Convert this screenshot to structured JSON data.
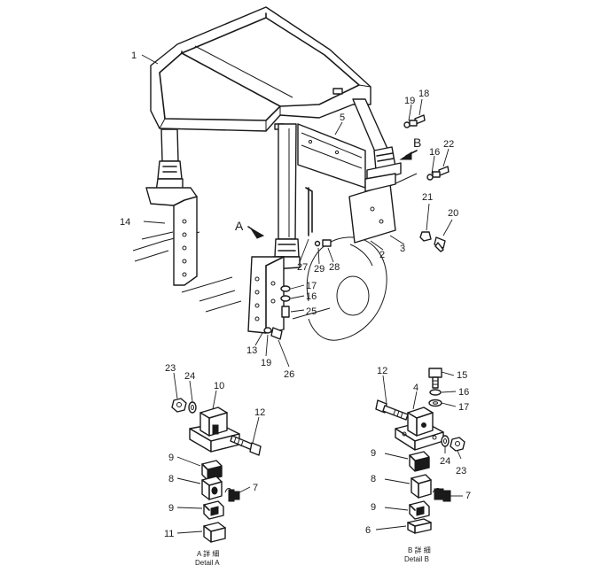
{
  "callouts": {
    "c1": "1",
    "c2": "2",
    "c3": "3",
    "c5": "5",
    "c13": "13",
    "c14": "14",
    "c16a": "16",
    "c16b": "16",
    "c17": "17",
    "c18": "18",
    "c19a": "19",
    "c19b": "19",
    "c20": "20",
    "c21": "21",
    "c22": "22",
    "c25": "25",
    "c26": "26",
    "c27": "27",
    "c28": "28",
    "c29": "29"
  },
  "view_markers": {
    "a": "A",
    "b": "B"
  },
  "detail_a": {
    "c23": "23",
    "c24": "24",
    "c10": "10",
    "c12": "12",
    "c9a": "9",
    "c8": "8",
    "c7": "7",
    "c9b": "9",
    "c11": "11",
    "caption_jp": "A 詳 細",
    "caption": "Detail A"
  },
  "detail_b": {
    "c12": "12",
    "c15": "15",
    "c4": "4",
    "c16": "16",
    "c17": "17",
    "c9a": "9",
    "c24": "24",
    "c23": "23",
    "c8": "8",
    "c7": "7",
    "c9b": "9",
    "c6": "6",
    "caption_jp": "B 詳 細",
    "caption": "Detail B"
  }
}
